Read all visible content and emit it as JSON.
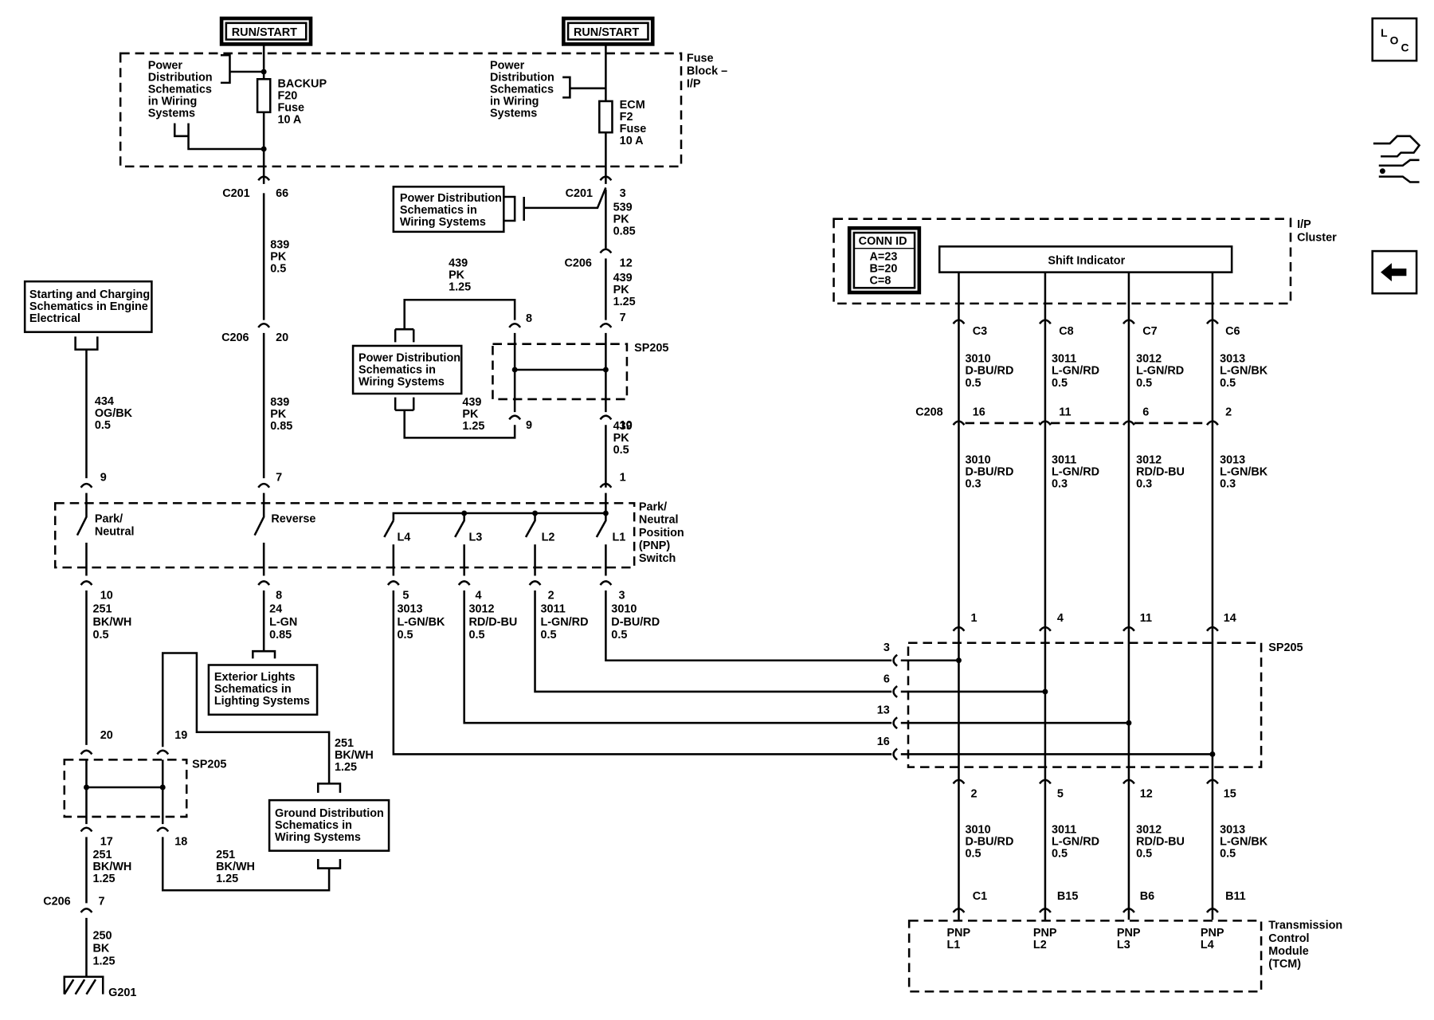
{
  "page": {
    "title": "Shift Indicator and Park/Neutral Position Switch Schematic"
  },
  "toolbar": {
    "loc_icon": "location-view-icon",
    "connectors_icon": "connector-view-icon",
    "back_icon": "back-arrow-icon"
  },
  "power": {
    "run_start_left": "RUN/START",
    "run_start_right": "RUN/START",
    "fuse_block": [
      "Fuse",
      "Block –",
      "I/P"
    ],
    "pd_left": [
      "Power",
      "Distribution",
      "Schematics",
      "in Wiring",
      "Systems"
    ],
    "pd_right": [
      "Power",
      "Distribution",
      "Schematics",
      "in Wiring",
      "Systems"
    ],
    "backup_fuse": [
      "BACKUP",
      "F20",
      "Fuse",
      "10 A"
    ],
    "ecm_fuse": [
      "ECM",
      "F2",
      "Fuse",
      "10 A"
    ],
    "pd_c201_box": [
      "Power Distribution",
      "Schematics in",
      "Wiring Systems"
    ],
    "pd_sp_box": [
      "Power Distribution",
      "Schematics in",
      "Wiring Systems"
    ]
  },
  "connectors": {
    "c201_left": "C201",
    "c201_left_pin": "66",
    "c201_right": "C201",
    "c201_right_pin": "3",
    "c206_a": "C206",
    "c206_a_pin": "20",
    "c206_b": "C206",
    "c206_b_pin": "12",
    "c206_b_pin2": "7",
    "c206_c": "C206",
    "c206_c_pin": "7",
    "c208": "C208",
    "sp205": "SP205",
    "pin_8": "8",
    "pin_9": "9",
    "pin_10": "10",
    "pin_1": "1",
    "pnp_in_9": "9",
    "pnp_in_7": "7",
    "pnp_out": [
      "10",
      "8",
      "5",
      "4",
      "2",
      "3"
    ],
    "sp_low": [
      "20",
      "19",
      "17",
      "18"
    ],
    "spl_in": [
      "3",
      "6",
      "13",
      "16"
    ],
    "tcm_top": [
      "C3",
      "C8",
      "C7",
      "C6"
    ],
    "tcm_c208": [
      "16",
      "11",
      "6",
      "2"
    ],
    "sp_top": [
      "1",
      "4",
      "11",
      "14"
    ],
    "sp_bot": [
      "2",
      "5",
      "12",
      "15"
    ],
    "tcm_pins": [
      "C1",
      "B15",
      "B6",
      "B11"
    ]
  },
  "wires": {
    "w839a": [
      "839",
      "PK",
      "0.5"
    ],
    "w839b": [
      "839",
      "PK",
      "0.85"
    ],
    "w539": [
      "539",
      "PK",
      "0.85"
    ],
    "w439a": [
      "439",
      "PK",
      "1.25"
    ],
    "w439b": [
      "439",
      "PK",
      "1.25"
    ],
    "w439c": [
      "439",
      "PK",
      "1.25"
    ],
    "w439d": [
      "439",
      "PK",
      "0.5"
    ],
    "w434": [
      "434",
      "OG/BK",
      "0.5"
    ],
    "w251a": [
      "251",
      "BK/WH",
      "0.5"
    ],
    "w24": [
      "24",
      "L-GN",
      "0.85"
    ],
    "w3013a": [
      "3013",
      "L-GN/BK",
      "0.5"
    ],
    "w3012a": [
      "3012",
      "RD/D-BU",
      "0.5"
    ],
    "w3011a": [
      "3011",
      "L-GN/RD",
      "0.5"
    ],
    "w3010a": [
      "3010",
      "D-BU/RD",
      "0.5"
    ],
    "w251b": [
      "251",
      "BK/WH",
      "1.25"
    ],
    "w251c": [
      "251",
      "BK/WH",
      "1.25"
    ],
    "w251d": [
      "251",
      "BK/WH",
      "1.25"
    ],
    "w250": [
      "250",
      "BK",
      "1.25"
    ],
    "top1": [
      "3010",
      "D-BU/RD",
      "0.5"
    ],
    "top2": [
      "3011",
      "L-GN/RD",
      "0.5"
    ],
    "top3": [
      "3012",
      "L-GN/RD",
      "0.5"
    ],
    "top4": [
      "3013",
      "L-GN/BK",
      "0.5"
    ],
    "mid1": [
      "3010",
      "D-BU/RD",
      "0.3"
    ],
    "mid2": [
      "3011",
      "L-GN/RD",
      "0.3"
    ],
    "mid3": [
      "3012",
      "RD/D-BU",
      "0.3"
    ],
    "mid4": [
      "3013",
      "L-GN/BK",
      "0.3"
    ],
    "bot1": [
      "3010",
      "D-BU/RD",
      "0.5"
    ],
    "bot2": [
      "3011",
      "L-GN/RD",
      "0.5"
    ],
    "bot3": [
      "3012",
      "RD/D-BU",
      "0.5"
    ],
    "bot4": [
      "3013",
      "L-GN/BK",
      "0.5"
    ]
  },
  "boxes": {
    "starting": [
      "Starting and Charging",
      "Schematics in Engine",
      "Electrical"
    ],
    "exterior": [
      "Exterior Lights",
      "Schematics in",
      "Lighting Systems"
    ],
    "ground": [
      "Ground Distribution",
      "Schematics in",
      "Wiring Systems"
    ],
    "conn_id": [
      "CONN ID",
      "A=23",
      "B=20",
      "C=8"
    ],
    "shift_indicator": "Shift Indicator",
    "ip_cluster": [
      "I/P",
      "Cluster"
    ],
    "tcm": [
      "Transmission",
      "Control",
      "Module",
      "(TCM)"
    ],
    "pnp_switch": [
      "Park/",
      "Neutral",
      "Position",
      "(PNP)",
      "Switch"
    ]
  },
  "switch": {
    "park_neutral": [
      "Park/",
      "Neutral"
    ],
    "reverse": "Reverse",
    "positions": [
      "L4",
      "L3",
      "L2",
      "L1"
    ]
  },
  "tcm_inputs": [
    [
      "PNP",
      "L1"
    ],
    [
      "PNP",
      "L2"
    ],
    [
      "PNP",
      "L3"
    ],
    [
      "PNP",
      "L4"
    ]
  ],
  "ground": {
    "label": "G201"
  }
}
